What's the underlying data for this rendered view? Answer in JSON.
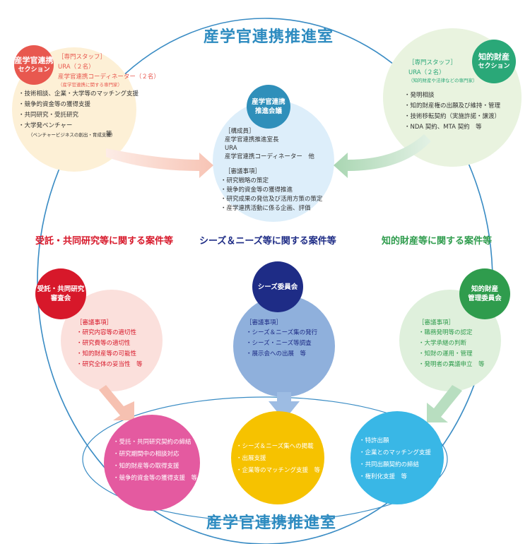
{
  "title_top": "産学官連携推進室",
  "title_bottom": "産学官連携推進室",
  "left_section": {
    "badge_line1": "産学官連携",
    "badge_line2": "セクション",
    "staff_header": "［専門スタッフ］",
    "staff_lines": [
      "URA（２名）",
      "産学官連携コーディネーター（２名）"
    ],
    "staff_note": "（産学官連携に関する専門家）",
    "items": [
      "技術相談、企業・大学等のマッチング支援",
      "競争的資金等の獲得支援",
      "共同研究・受託研究",
      "大学発ベンチャー"
    ],
    "sub_note": "（ベンチャービジネスの創出・育成支援）",
    "sub_tail": "等"
  },
  "right_section": {
    "badge_line1": "知的財産",
    "badge_line2": "セクション",
    "staff_header": "［専門スタッフ］",
    "staff_line": "URA（２名）",
    "staff_note": "（知的財産や法律などの専門家）",
    "items": [
      "発明相談",
      "知的財産権の出願及び維持・管理",
      "技術移転契約（実施許諾・譲渡）",
      "NDA 契約、MTA 契約　等"
    ]
  },
  "center_council": {
    "badge_line1": "産学官連携",
    "badge_line2": "推進会議",
    "members_header": "［構成員］",
    "members": [
      "産学官連携推進室長",
      "URA",
      "産学官連携コーディネーター　他"
    ],
    "agenda_header": "［審議事項］",
    "agenda": [
      "研究戦略の策定",
      "競争的資金等の獲得推進",
      "研究成果の発信及び活用方策の策定",
      "産学連携活動に係る企画、評価"
    ]
  },
  "section_titles": {
    "left": "受託・共同研究等に関する案件等",
    "middle": "シーズ＆ニーズ等に関する案件等",
    "right": "知的財産等に関する案件等"
  },
  "committees": {
    "left": {
      "badge": [
        "受託・共同研究",
        "審査会"
      ],
      "header": "［審議事項］",
      "items": [
        "研究内容等の適切性",
        "研究費等の適切性",
        "知的財産等の可能性",
        "研究全体の妥当性　等"
      ]
    },
    "middle": {
      "badge": [
        "シーズ委員会"
      ],
      "header": "［審議事項］",
      "items": [
        "シーズ＆ニーズ集の発行",
        "シーズ・ニーズ等調査",
        "展示会への出展　等"
      ]
    },
    "right": {
      "badge": [
        "知的財産",
        "管理委員会"
      ],
      "header": "［審議事項］",
      "items": [
        "職務発明等の認定",
        "大学承継の判断",
        "知財の運用・管理",
        "発明者の異議申立　等"
      ]
    }
  },
  "outcomes": {
    "left": [
      "受託・共同研究契約の締結",
      "研究期間中の相談対応",
      "知的財産等の取得支援",
      "競争的資金等の獲得支援　等"
    ],
    "middle": [
      "シーズ＆ニーズ集への掲載",
      "出展支援",
      "企業等のマッチング支援　等"
    ],
    "right": [
      "特許出願",
      "企業とのマッチング支援",
      "共同出願契約の締結",
      "権利化支援　等"
    ]
  },
  "colors": {
    "title_blue": "#2d8bc0",
    "left_badge": "#e8584f",
    "right_badge": "#2aa878",
    "council_badge": "#2f8fba",
    "red_badge": "#d7182a",
    "navy_badge": "#1e2c86",
    "green_badge": "#2f9c4d",
    "pink": "#e45aa0",
    "yellow": "#f6c200",
    "skyblue": "#39b7e6"
  }
}
